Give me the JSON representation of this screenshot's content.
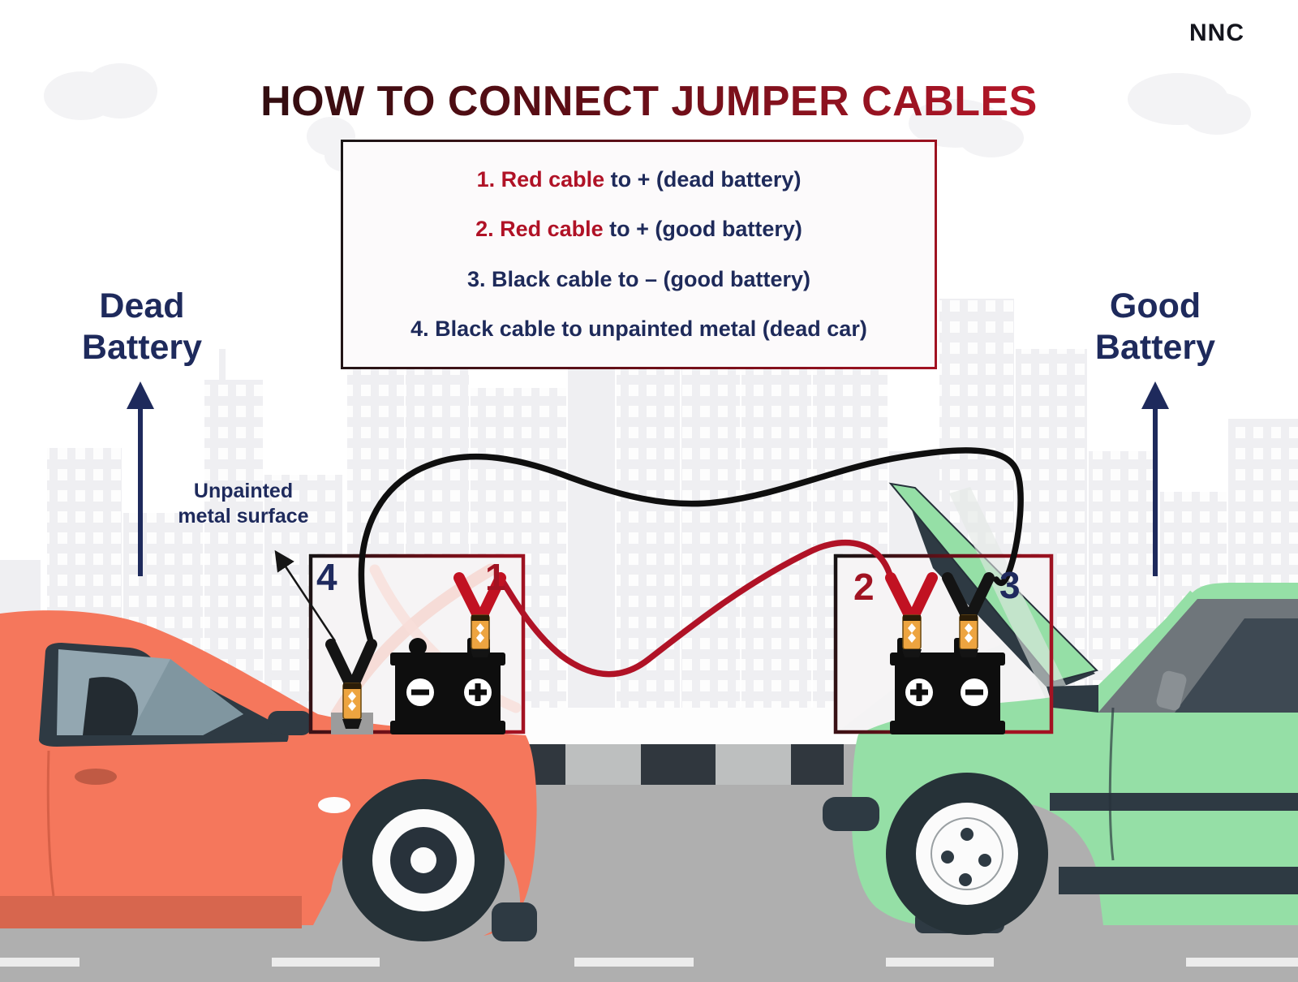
{
  "brand": "NNC",
  "title": "HOW TO CONNECT JUMPER CABLES",
  "instructions": {
    "steps": [
      {
        "lead": "1. Red cable",
        "rest": " to + (dead battery)"
      },
      {
        "lead": "2. Red cable",
        "rest": " to + (good battery)"
      },
      {
        "lead": "",
        "rest": "3. Black cable to – (good battery)"
      },
      {
        "lead": "",
        "rest": "4. Black cable to unpainted metal (dead car)"
      }
    ]
  },
  "labels": {
    "dead_battery_line1": "Dead",
    "dead_battery_line2": "Battery",
    "good_battery_line1": "Good",
    "good_battery_line2": "Battery",
    "unpainted_line1": "Unpainted",
    "unpainted_line2": "metal surface"
  },
  "diagram": {
    "numbers": {
      "n1": "1",
      "n2": "2",
      "n3": "3",
      "n4": "4"
    }
  },
  "colors": {
    "accent_red": "#b01226",
    "navy": "#1e2a5a",
    "title_dark": "#1c0d0e",
    "title_red": "#c2182b",
    "car_dead": "#f5775c",
    "car_good": "#95dfa6",
    "dark_slate": "#2e3a43",
    "clamp_orange": "#eda440",
    "road": "#afafaf",
    "box_border_red": "#a31222"
  }
}
